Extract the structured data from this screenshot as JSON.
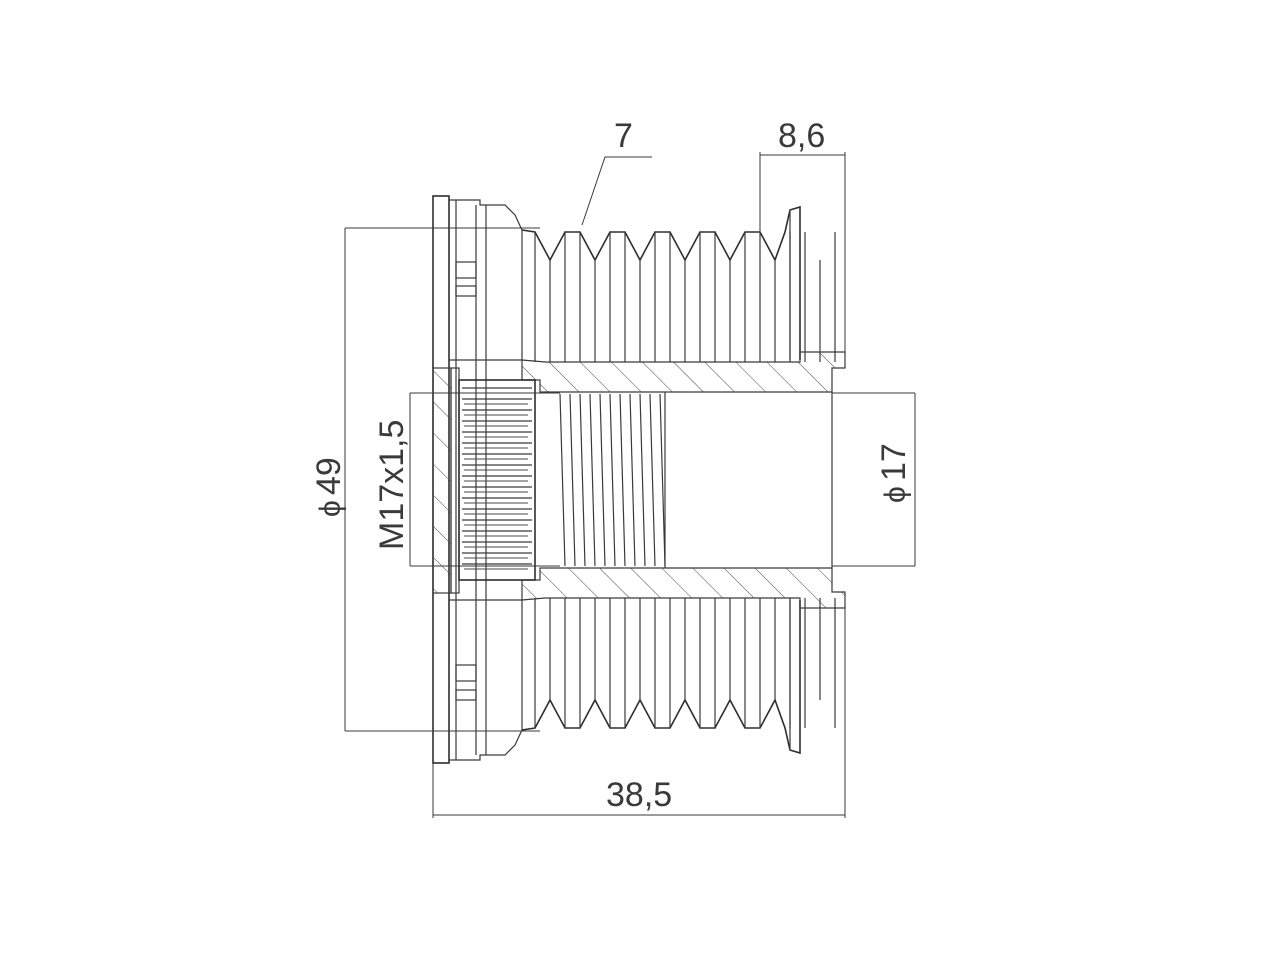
{
  "drawing": {
    "subject": "overrunning alternator pulley cross-section",
    "dimensions": {
      "groove_count": "7",
      "flange_offset": "8,6",
      "outer_diameter_symbol": "ϕ",
      "outer_diameter_value": "49",
      "thread": "M17x1,5",
      "bore_diameter_symbol": "ϕ",
      "bore_diameter_value": "17",
      "overall_length": "38,5"
    },
    "colors": {
      "line": "#3a3a3a",
      "background": "#ffffff"
    }
  }
}
